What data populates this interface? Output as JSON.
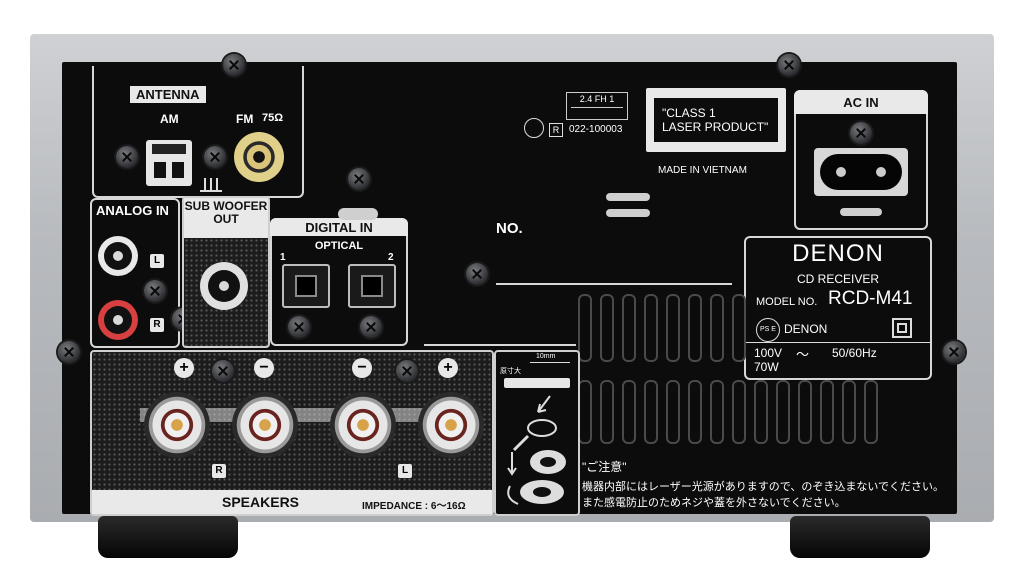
{
  "antenna": {
    "title": "ANTENNA",
    "am": "AM",
    "fm": "FM",
    "fm_impedance": "75Ω"
  },
  "analog_in": {
    "title": "ANALOG IN",
    "left": "L",
    "right": "R"
  },
  "subwoofer": {
    "title": "SUB WOOFER OUT"
  },
  "digital_in": {
    "title": "DIGITAL IN",
    "optical": "OPTICAL",
    "port1": "1",
    "port2": "2"
  },
  "speakers": {
    "title": "SPEAKERS",
    "impedance": "IMPEDANCE : 6〜16Ω",
    "plus": "+",
    "minus": "−",
    "right": "R",
    "left": "L"
  },
  "laser": {
    "line1": "\"CLASS 1",
    "line2": "LASER PRODUCT\"",
    "made_in": "MADE IN VIETNAM"
  },
  "cert": {
    "mark": "2.4 FH 1",
    "code": "022-100003",
    "r": "R"
  },
  "serial": {
    "label": "NO."
  },
  "ac_in": {
    "title": "AC IN"
  },
  "rating": {
    "brand": "DENON",
    "product": "CD RECEIVER",
    "model_label": "MODEL NO.",
    "model": "RCD-M41",
    "pse": "PS E",
    "brand_small": "DENON",
    "voltage": "100V",
    "tilde": "〜",
    "frequency": "50/60Hz",
    "power": "70W"
  },
  "diagram": {
    "length": "10mm",
    "size_note": "原寸大"
  },
  "caution": {
    "title": "\"ご注意\"",
    "line1": "機器内部にはレーザー光源がありますので、のぞき込まないでください。",
    "line2": "また感電防止のためネジや蓋を外さないでください。"
  }
}
